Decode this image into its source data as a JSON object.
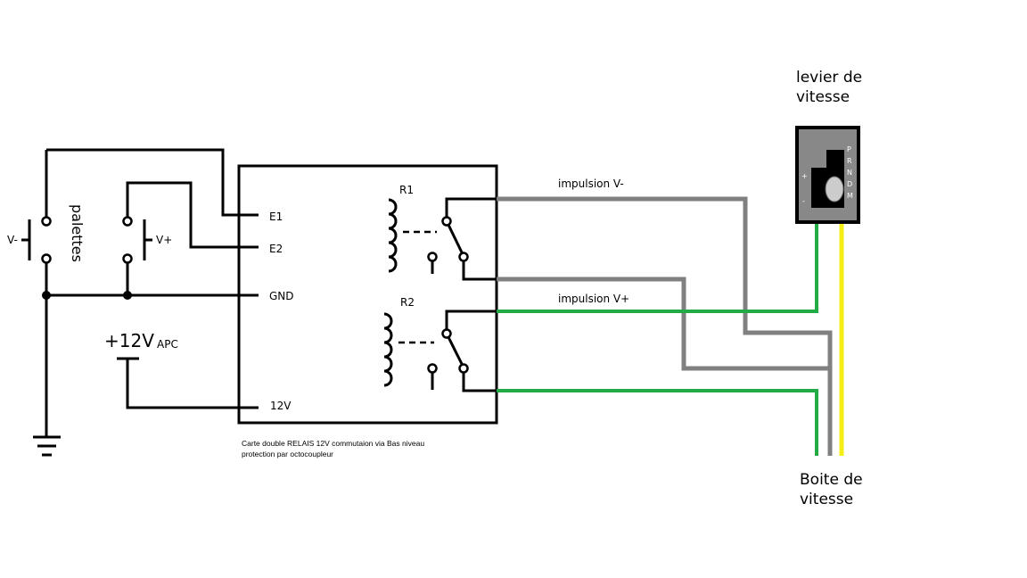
{
  "labels": {
    "v_minus": "V-",
    "v_plus": "V+",
    "palettes": "palettes",
    "supply": "+12V",
    "apc": "APC",
    "board": {
      "e1": "E1",
      "e2": "E2",
      "gnd": "GND",
      "v12": "12V",
      "r1": "R1",
      "r2": "R2",
      "caption_line1": "Carte double RELAIS 12V commutaion via Bas niveau",
      "caption_line2": "protection par octocoupleur"
    },
    "wires": {
      "impulse_minus": "impulsion V-",
      "impulse_plus": "impulsion V+"
    },
    "lever": {
      "title_line1": "levier de",
      "title_line2": "vitesse",
      "gears": [
        "P",
        "R",
        "N",
        "D",
        "M"
      ],
      "plus": "+",
      "minus": "-"
    },
    "gearbox": {
      "title_line1": "Boite de",
      "title_line2": "vitesse"
    }
  },
  "colors": {
    "line": "#000000",
    "wire_gray": "#808080",
    "wire_green": "#22aa44",
    "wire_yellow": "#f5ee16",
    "lever_body": "#888888"
  }
}
